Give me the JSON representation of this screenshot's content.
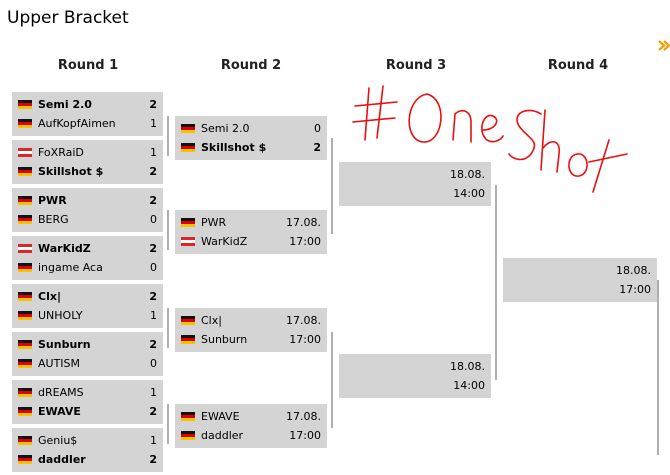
{
  "page": {
    "title": "Upper Bracket",
    "next_arrow_icon": "double-chevron-right-icon",
    "accent_color": "#f5a000"
  },
  "rounds": [
    {
      "label": "Round 1"
    },
    {
      "label": "Round 2"
    },
    {
      "label": "Round 3"
    },
    {
      "label": "Round 4"
    }
  ],
  "r1": [
    {
      "p1": {
        "name": "Semi 2.0",
        "score": "2",
        "flag": "de",
        "win": true
      },
      "p2": {
        "name": "AufKopfAimen",
        "score": "1",
        "flag": "de",
        "win": false
      }
    },
    {
      "p1": {
        "name": "FoXRaiD",
        "score": "1",
        "flag": "at",
        "win": false
      },
      "p2": {
        "name": "Skillshot $",
        "score": "2",
        "flag": "de",
        "win": true
      }
    },
    {
      "p1": {
        "name": "PWR",
        "score": "2",
        "flag": "de",
        "win": true
      },
      "p2": {
        "name": "BERG",
        "score": "0",
        "flag": "de",
        "win": false
      }
    },
    {
      "p1": {
        "name": "WarKidZ",
        "score": "2",
        "flag": "at",
        "win": true
      },
      "p2": {
        "name": "ingame Aca",
        "score": "0",
        "flag": "de",
        "win": false
      }
    },
    {
      "p1": {
        "name": "Clx|",
        "score": "2",
        "flag": "de",
        "win": true
      },
      "p2": {
        "name": "UNHOLY",
        "score": "1",
        "flag": "de",
        "win": false
      }
    },
    {
      "p1": {
        "name": "Sunburn",
        "score": "2",
        "flag": "de",
        "win": true
      },
      "p2": {
        "name": "AUTISM",
        "score": "0",
        "flag": "de",
        "win": false
      }
    },
    {
      "p1": {
        "name": "dREAMS",
        "score": "1",
        "flag": "de",
        "win": false
      },
      "p2": {
        "name": "EWAVE",
        "score": "2",
        "flag": "de",
        "win": true
      }
    },
    {
      "p1": {
        "name": "Geniu$",
        "score": "1",
        "flag": "de",
        "win": false
      },
      "p2": {
        "name": "daddler",
        "score": "2",
        "flag": "de",
        "win": true
      }
    }
  ],
  "r2": [
    {
      "p1": {
        "name": "Semi 2.0",
        "right": "0",
        "flag": "de",
        "win": false
      },
      "p2": {
        "name": "Skillshot $",
        "right": "2",
        "flag": "de",
        "win": true
      }
    },
    {
      "p1": {
        "name": "PWR",
        "right": "17.08.",
        "flag": "de",
        "win": false
      },
      "p2": {
        "name": "WarKidZ",
        "right": "17:00",
        "flag": "at",
        "win": false
      }
    },
    {
      "p1": {
        "name": "Clx|",
        "right": "17.08.",
        "flag": "de",
        "win": false
      },
      "p2": {
        "name": "Sunburn",
        "right": "17:00",
        "flag": "de",
        "win": false
      }
    },
    {
      "p1": {
        "name": "EWAVE",
        "right": "17.08.",
        "flag": "de",
        "win": false
      },
      "p2": {
        "name": "daddler",
        "right": "17:00",
        "flag": "de",
        "win": false
      }
    }
  ],
  "r3": [
    {
      "date": "18.08.",
      "time": "14:00"
    },
    {
      "date": "18.08.",
      "time": "14:00"
    }
  ],
  "r4": [
    {
      "date": "18.08.",
      "time": "17:00"
    }
  ],
  "overlay": {
    "text": "#OneShot",
    "color": "#e81010"
  }
}
